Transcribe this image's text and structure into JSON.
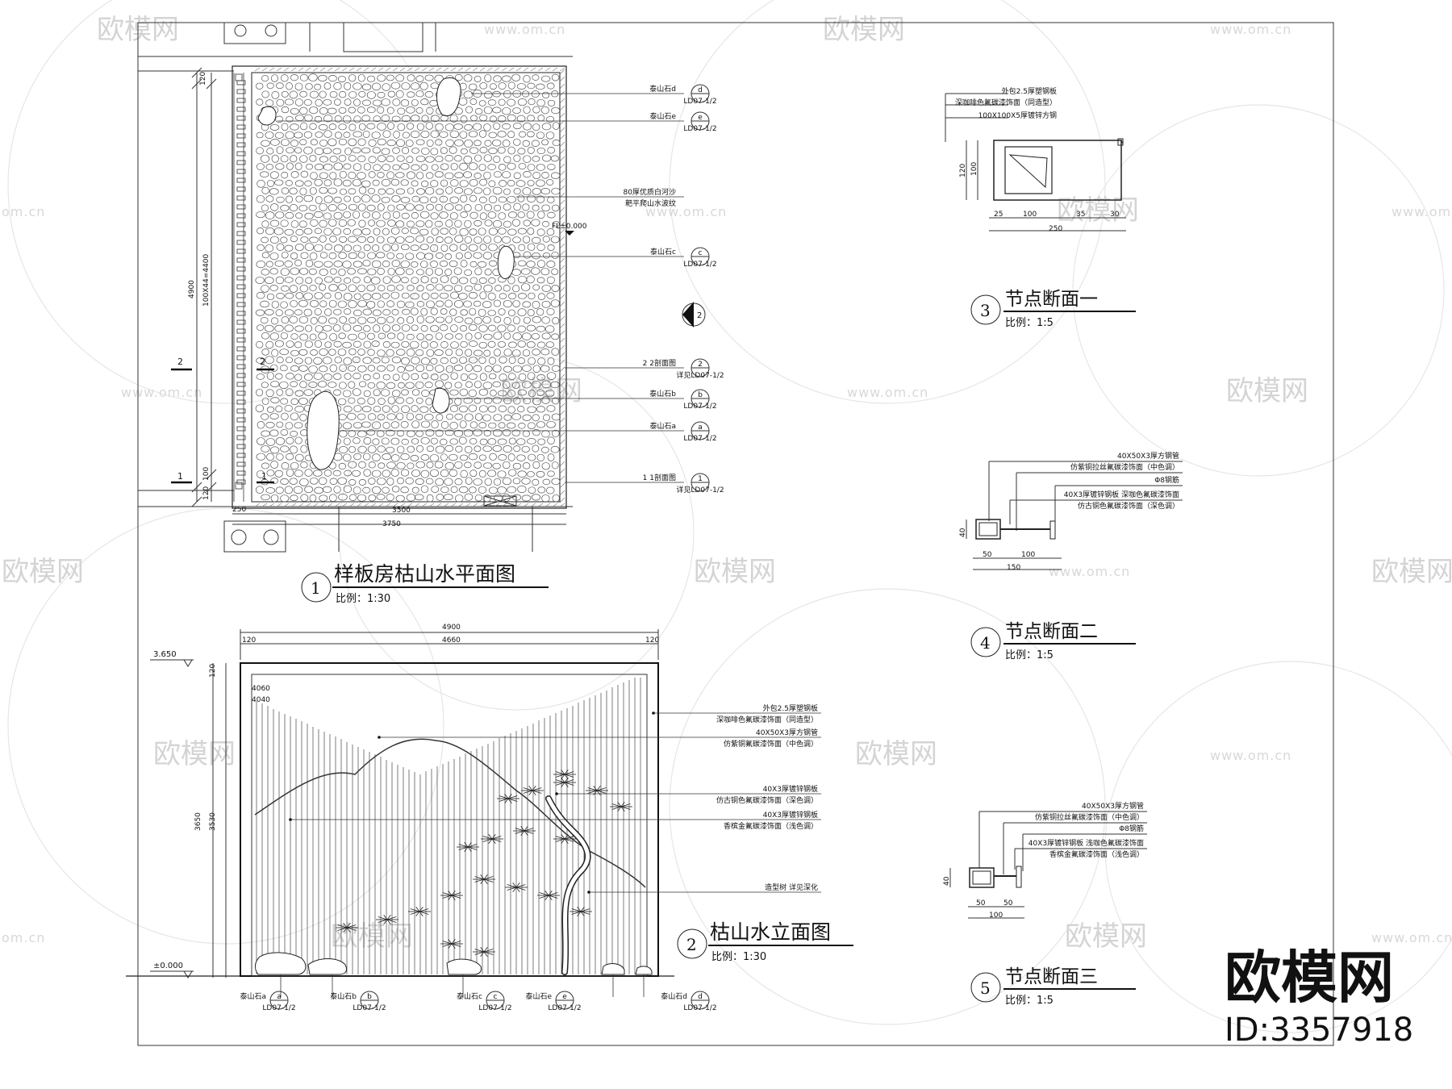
{
  "watermarks": {
    "brand": "欧模网",
    "url": "www.om.cn",
    "url_fragment": "om.cn",
    "brand_fragment": "欧模网"
  },
  "brand_mark": {
    "name": "欧模网",
    "id": "ID:3357918"
  },
  "plan": {
    "number": "1",
    "title": "样板房枯山水平面图",
    "scale": "比例：1:30",
    "dims": {
      "d120_top": "120",
      "d4900": "4900",
      "d100x44": "100X44=4400",
      "d100_bot": "100",
      "d120_bot": "120",
      "d250": "250",
      "d3500": "3500",
      "d3750": "3750"
    },
    "fl_mark": "FL±0.000",
    "section_marks": {
      "two": "2",
      "one": "1"
    },
    "callout_ref": "2",
    "callouts": [
      {
        "text": "泰山石d",
        "id": "d",
        "ref": "LD07-1/2"
      },
      {
        "text": "泰山石e",
        "id": "e",
        "ref": "LD07-1/2"
      },
      {
        "text": "80厚优质白河沙",
        "sub": "耙平爬山水波纹"
      },
      {
        "text": "泰山石c",
        "id": "c",
        "ref": "LD07-1/2"
      },
      {
        "text": "2 2剖面图",
        "id": "2",
        "ref": "详见LD07-1/2"
      },
      {
        "text": "泰山石b",
        "id": "b",
        "ref": "LD07-1/2"
      },
      {
        "text": "泰山石a",
        "id": "a",
        "ref": "LD07-1/2"
      },
      {
        "text": "1 1剖面图",
        "id": "1",
        "ref": "详见LD07-1/2"
      }
    ]
  },
  "elevation": {
    "number": "2",
    "title": "枯山水立面图",
    "scale": "比例：1:30",
    "dims": {
      "d4900": "4900",
      "d4660": "4660",
      "d120_l": "120",
      "d120_r": "120",
      "d3650": "3650",
      "d3530": "3530",
      "d120_v": "120",
      "d3650_level": "3.650",
      "d0_level": "±0.000",
      "small_a": "4060",
      "small_b": "4040"
    },
    "callouts": [
      {
        "text": "外包2.5厚塑钢板",
        "sub": "深咖啡色氟碳漆饰面（同造型）"
      },
      {
        "text": "40X50X3厚方钢管",
        "sub": "仿紫铜氟碳漆饰面（中色调）"
      },
      {
        "text": "40X3厚镀锌钢板",
        "sub": "仿古铜色氟碳漆饰面（深色调）"
      },
      {
        "text": "40X3厚镀锌钢板",
        "sub": "香槟金氟碳漆饰面（浅色调）"
      },
      {
        "text": "造型树  详见深化"
      }
    ],
    "stone_tags": [
      {
        "text": "泰山石a",
        "id": "a",
        "ref": "LD07-1/2"
      },
      {
        "text": "泰山石b",
        "id": "b",
        "ref": "LD07-1/2"
      },
      {
        "text": "泰山石c",
        "id": "c",
        "ref": "LD07-1/2"
      },
      {
        "text": "泰山石e",
        "id": "e",
        "ref": "LD07-1/2"
      },
      {
        "text": "泰山石d",
        "id": "d",
        "ref": "LD07-1/2"
      }
    ]
  },
  "detail3": {
    "number": "3",
    "title": "节点断面一",
    "scale": "比例：1:5",
    "notes": [
      "外包2.5厚塑钢板",
      "深咖啡色氟碳漆饰面（同造型）",
      "100X100X5厚镀锌方钢"
    ],
    "dims": {
      "d120": "120",
      "d100v": "100",
      "d25": "25",
      "d100": "100",
      "d35": "35",
      "d30": "30",
      "d250": "250"
    }
  },
  "detail4": {
    "number": "4",
    "title": "节点断面二",
    "scale": "比例：1:5",
    "notes": [
      "40X50X3厚方钢管",
      "仿紫铜拉丝氟碳漆饰面（中色调）",
      "Φ8钢筋",
      "40X3厚镀锌钢板  深咖色氟碳漆饰面",
      "仿古铜色氟碳漆饰面（深色调）"
    ],
    "dims": {
      "d40": "40",
      "d50": "50",
      "d100": "100",
      "d150": "150"
    }
  },
  "detail5": {
    "number": "5",
    "title": "节点断面三",
    "scale": "比例：1:5",
    "notes": [
      "40X50X3厚方钢管",
      "仿紫铜拉丝氟碳漆饰面（中色调）",
      "Φ8钢筋",
      "40X3厚镀锌钢板  浅咖色氟碳漆饰面",
      "香槟金氟碳漆饰面（浅色调）"
    ],
    "dims": {
      "d40": "40",
      "d50a": "50",
      "d50b": "50",
      "d100": "100"
    }
  }
}
